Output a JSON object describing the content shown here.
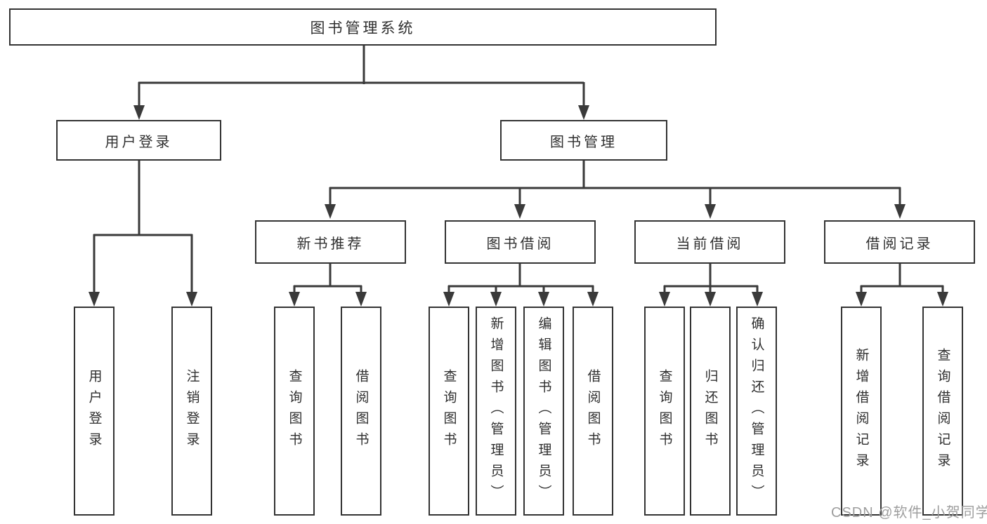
{
  "diagram_title": "图书管理系统",
  "colors": {
    "line": "#3a3a3a",
    "border": "#333333",
    "text": "#2f2f2f",
    "watermark": "#9e9e9e",
    "background": "#ffffff"
  },
  "tree": {
    "root": {
      "label": "图书管理系统"
    },
    "level2": [
      {
        "label": "用户登录",
        "children": [
          {
            "label": "用户登录"
          },
          {
            "label": "注销登录"
          }
        ]
      },
      {
        "label": "图书管理",
        "children": [
          {
            "label": "新书推荐",
            "children": [
              {
                "label": "查询图书"
              },
              {
                "label": "借阅图书"
              }
            ]
          },
          {
            "label": "图书借阅",
            "children": [
              {
                "label": "查询图书"
              },
              {
                "label": "新增图书（管理员）"
              },
              {
                "label": "编辑图书（管理员）"
              },
              {
                "label": "借阅图书"
              }
            ]
          },
          {
            "label": "当前借阅",
            "children": [
              {
                "label": "查询图书"
              },
              {
                "label": "归还图书"
              },
              {
                "label": "确认归还（管理员）"
              }
            ]
          },
          {
            "label": "借阅记录",
            "children": [
              {
                "label": "新增借阅记录"
              },
              {
                "label": "查询借阅记录"
              }
            ]
          }
        ]
      }
    ]
  },
  "watermark": {
    "text": "CSDN @软件_小贺同学"
  }
}
